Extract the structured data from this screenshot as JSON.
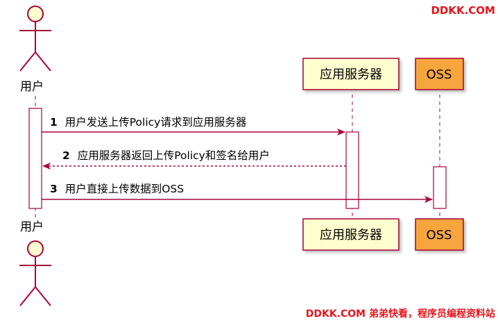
{
  "watermark_top": "DDKK.COM",
  "watermark_bottom": "DDKK.COM 弟弟快看，程序员编程资料站",
  "participants": {
    "user": {
      "label": "用户"
    },
    "server": {
      "label": "应用服务器"
    },
    "oss": {
      "label": "OSS"
    }
  },
  "messages": [
    {
      "num": "1",
      "text": "用户发送上传Policy请求到应用服务器"
    },
    {
      "num": "2",
      "text": "应用服务器返回上传Policy和签名给用户"
    },
    {
      "num": "3",
      "text": "用户直接上传数据到OSS"
    }
  ],
  "colors": {
    "line": "#a80036",
    "actor_fill": "#fefece",
    "server_fill": "#fefece",
    "oss_fill": "#f6a63c",
    "watermark": "#e8141c"
  }
}
